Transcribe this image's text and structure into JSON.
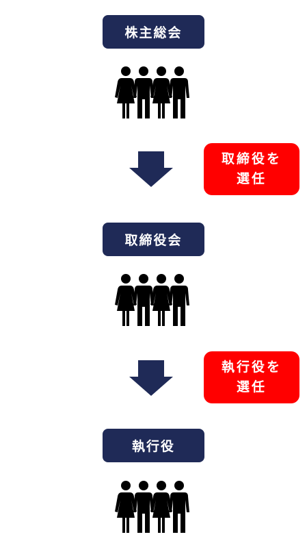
{
  "nodes": [
    {
      "label": "株主総会"
    },
    {
      "label": "取締役会"
    },
    {
      "label": "執行役"
    }
  ],
  "notes": [
    {
      "line1": "取締役を",
      "line2": "選任"
    },
    {
      "line1": "執行役を",
      "line2": "選任"
    }
  ],
  "colors": {
    "node": "#1f2a57",
    "arrow": "#1f2a57",
    "note": "#ff0000",
    "people": "#000000"
  },
  "icons": [
    "people-group-icon",
    "arrow-down-icon"
  ]
}
